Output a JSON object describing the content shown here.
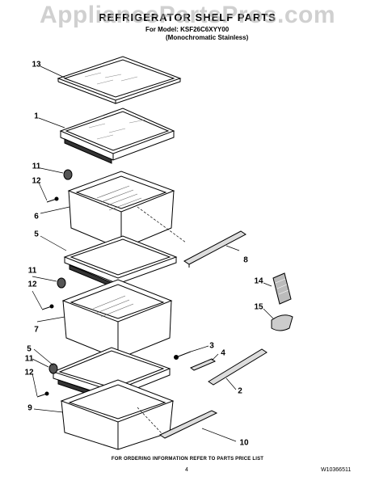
{
  "watermark": "AppliancePartsPros.com",
  "header": {
    "title": "REFRIGERATOR SHELF PARTS",
    "model_line": "For Model: KSF26C6XYY00",
    "color_line": "(Monochromatic Stainless)"
  },
  "callouts": [
    "13",
    "1",
    "11",
    "12",
    "6",
    "5",
    "8",
    "11",
    "12",
    "14",
    "15",
    "7",
    "3",
    "5",
    "4",
    "11",
    "12",
    "2",
    "9",
    "10"
  ],
  "footer": {
    "note": "FOR ORDERING INFORMATION REFER TO PARTS PRICE LIST",
    "page": "4",
    "doc_number": "W10366511"
  }
}
